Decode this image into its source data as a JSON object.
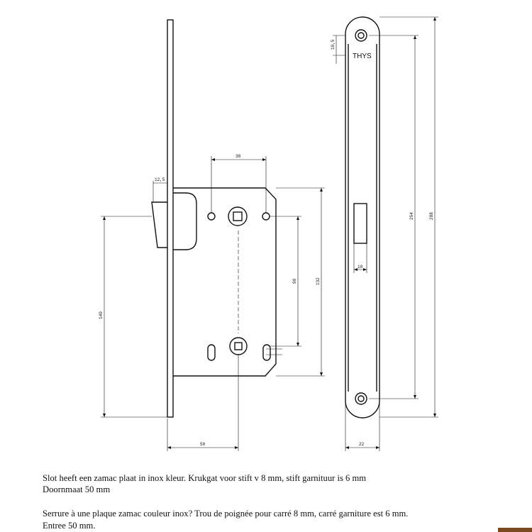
{
  "brand_mark": "THYS",
  "dimensions": {
    "faceplate_offset": "12,5",
    "backset": "50",
    "spindle_spacing": "38",
    "follower_to_keyhole": "90",
    "case_height": "132",
    "left_height": "140",
    "strike_hole": "10,5",
    "latch_opening_width": "10",
    "plate_screw_distance": "254",
    "plate_height": "288",
    "plate_width": "22"
  },
  "description": {
    "nl_line1": "Slot heeft een zamac plaat in inox kleur.  Krukgat voor stift v 8 mm, stift garnituur is 6 mm",
    "nl_line2": "Doornmaat 50 mm",
    "fr_line1": "Serrure à une plaque zamac couleur inox? Trou de poignée pour carré 8 mm, carré garniture est 6 mm.",
    "fr_line2": "Entree 50 mm."
  },
  "colors": {
    "line": "#111111",
    "background": "#ffffff",
    "corner_accent": "#7a4a1e"
  }
}
